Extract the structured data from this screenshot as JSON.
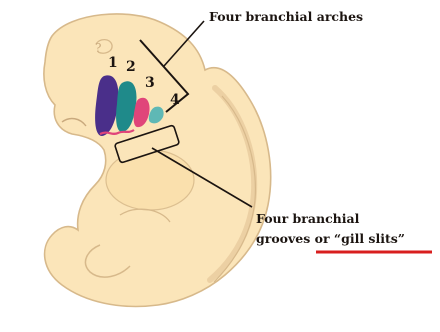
{
  "labels": {
    "arches": "Four branchial arches",
    "grooves_line1": "Four branchial",
    "grooves_line2_prefix": "grooves or ",
    "grooves_line2_quoted": "“gill slits”"
  },
  "arch_numbers": [
    "1",
    "2",
    "3",
    "4"
  ],
  "colors": {
    "embryo_fill": "#fbe5b9",
    "embryo_outline": "#d7b98b",
    "arch_1": "#4a2f8a",
    "arch_2": "#1f8a8a",
    "arch_3": "#e0457a",
    "arch_4": "#5fb8b5",
    "leader_line": "#1b1410",
    "underline": "#d81e1e"
  }
}
